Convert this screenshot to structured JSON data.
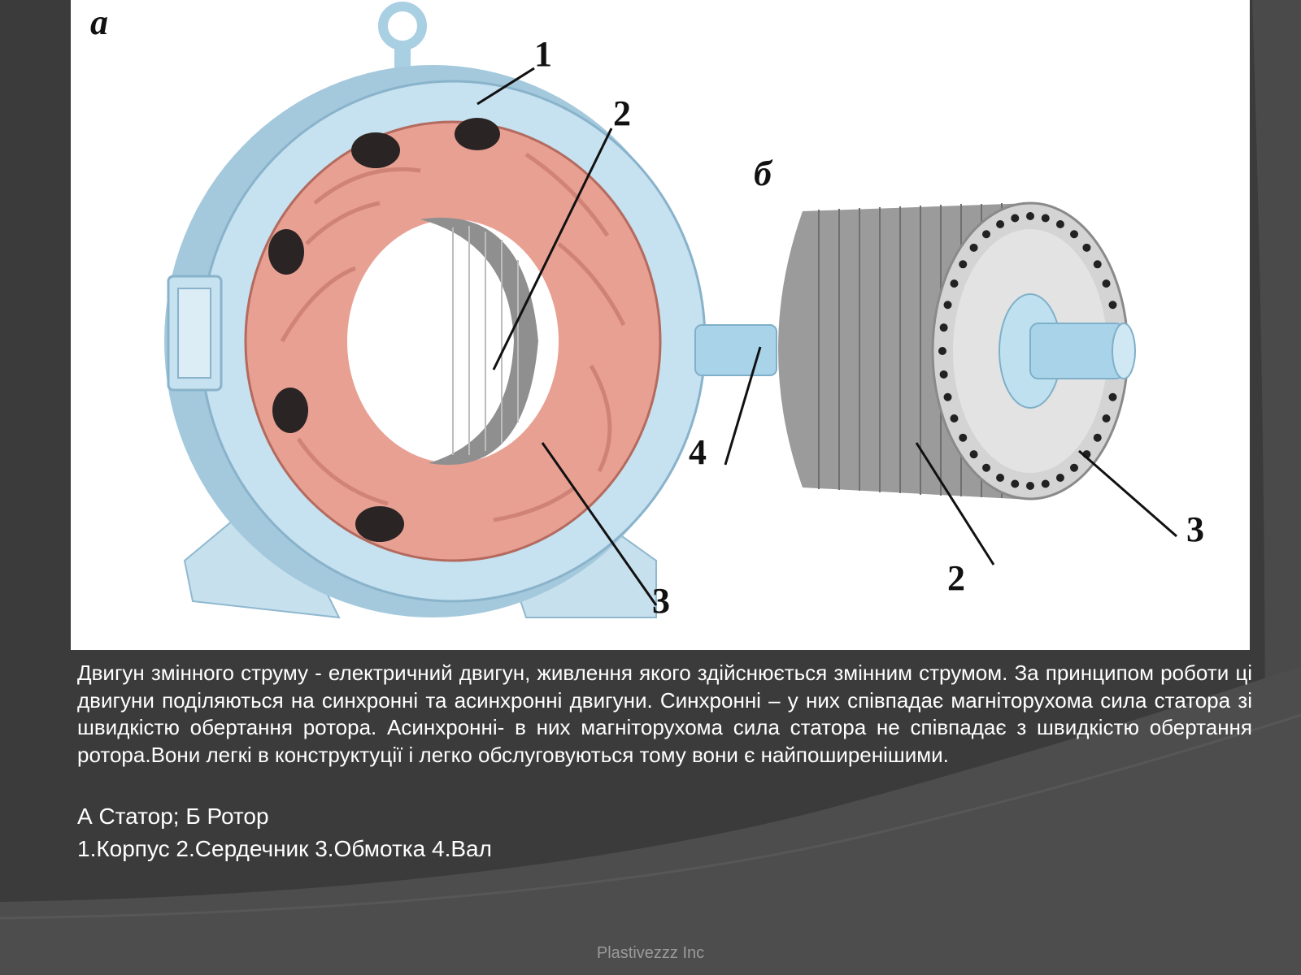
{
  "figure": {
    "labels": {
      "stator_letter": "а",
      "rotor_letter": "б",
      "stator_1": "1",
      "stator_2": "2",
      "stator_3": "3",
      "rotor_4": "4",
      "rotor_2": "2",
      "rotor_3": "3"
    },
    "colors": {
      "housing": "#bcdcec",
      "winding": "#e79a8c",
      "core": "#8f8f8f",
      "shaft": "#a9d3e8",
      "background": "#3b3b3b",
      "panel": "#ffffff"
    }
  },
  "content": {
    "description": "Двигун змінного струму - електричний двигун, живлення якого здійснюється змінним струмом. За принципом роботи ці двигуни поділяються на синхронні та асинхронні двигуни. Синхронні – у них співпадає магніторухома сила статора зі швидкістю обертання ротора. Асинхронні- в них магніторухома сила статора не співпадає з швидкістю обертання ротора.Вони легкі в конструктуції і легко обслуговуються тому вони є найпоширенішими.",
    "legend_ab": "А Статор; Б Ротор",
    "legend_parts": "1.Корпус 2.Сердечник 3.Обмотка 4.Вал"
  },
  "footer": {
    "company": "Plastivezzz Inc"
  }
}
